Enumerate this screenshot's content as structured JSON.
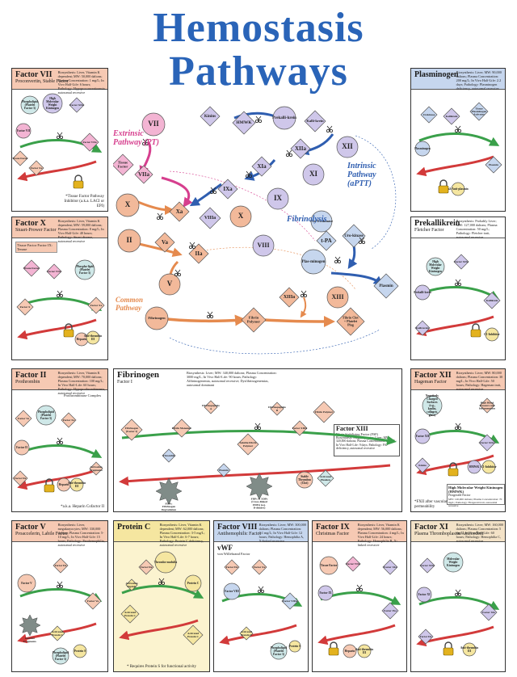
{
  "title": {
    "line1": "Hemostasis",
    "line2": "Pathways"
  },
  "colors": {
    "title": "#2a64b8",
    "header_salmon": "#f6c9b3",
    "header_blue": "#c6d6ee",
    "header_yellow": "#f5e6a0",
    "header_beige": "#f3e2c7",
    "header_white": "#ffffff",
    "extrinsic": "#d63f8e",
    "intrinsic": "#2f5eb0",
    "fibrinolysis": "#2f5eb0",
    "common": "#e58a4e",
    "factor_lavender": "#cfc7ea",
    "factor_salmon": "#f2b99a",
    "factor_pink": "#f3b4d3",
    "green_arrow": "#3aa04a",
    "red_arrow": "#d23a3a",
    "lock": "#e3b21e"
  },
  "main": {
    "labels": {
      "extrinsic": "Extrinsic Pathway (PT)",
      "intrinsic": "Intrinsic Pathway (aPTT)",
      "fibrinolysis": "Fibrinolysis",
      "common": "Common Pathway"
    },
    "nodes": {
      "VII": "VII",
      "TF": "Tissue Factor",
      "VIIa": "VIIa",
      "HMWK": "HMWK",
      "Kinins": "Kinins",
      "Prekallikrein": "Prekalli-krein",
      "Kallikrein": "Kalli-krein",
      "XII": "XII",
      "XIIa": "XIIa",
      "XIa": "XIa",
      "XI": "XI",
      "IXa": "IXa",
      "IX": "IX",
      "X_left": "X",
      "Xa": "Xa",
      "VIIIa": "VIIIa",
      "X_right": "X",
      "VIII": "VIII",
      "II": "II",
      "Va": "Va",
      "IIa": "IIa",
      "V": "V",
      "ProUrokinase": "Pro-Urokinase",
      "Urokinase": "Uro-kinase",
      "tPA": "t-PA",
      "Plasminogen": "Plas-minogen",
      "Plasmin": "Plasmin",
      "XIIIa": "XIIIa",
      "XIII": "XIII",
      "Fibrinogen": "Fibrinogen",
      "FibrinPolymer": "Fibrin Polymer",
      "FibrinClot": "Fibrin Clot + Platelet Plug"
    }
  },
  "panels": {
    "factor7": {
      "name": "Factor VII",
      "subtitle": "Proconvertin, Stable Factor",
      "info": "Biosynthesis: Liver, Vitamin K dependent; MW: 50,000 daltons; Plasma Concentration: 1 mg/L; In Vivo Half-Life: 6 hours; Pathology: Hypoproconvertinemia, autosomal recessive",
      "nodes": [
        "Phospholipid (Platelet Factor 3)",
        "High Molecular Weight Kininogen",
        "Factor XIIa",
        "Factor VII",
        "Factor VIIa",
        "Tissue Factor",
        "Factor Xa"
      ],
      "footnote": "*Tissue Factor Pathway Inhibitor (a.k.a. LACI or EPI)"
    },
    "factor10": {
      "name": "Factor X",
      "subtitle": "Stuart-Prower Factor",
      "info": "Biosynthesis: Liver, Vitamin K dependent; MW: 59,000 daltons; Plasma Concentration: 8 mg/L; In Vivo Half-Life: 40 hours; Pathology: Stuart disease, autosomal recessive",
      "tenase": "Tissue Factor Factor IX: Tenase",
      "nodes": [
        "Tissue Factor",
        "Factor VIIa",
        "Phospho-lipid (Platelet Factor 3)",
        "Factor X",
        "Factor Xa",
        "Heparin",
        "Anti-thrombin III"
      ]
    },
    "plasminogen": {
      "name": "Plasminogen",
      "info": "Biosynthesis: Liver; MW: 90,000 daltons; Plasma Concentration: 200 mg/L; In Vivo Half-Life: 2.2 days; Pathology: Plasminogen deficiency, autosomal recessive",
      "nodes": [
        "Urokinase",
        "Kallikrein",
        "Tissue Plasminogen Activator",
        "Plasminogen",
        "Plasmin",
        "α2-Anti-plasmin"
      ]
    },
    "prekallikrein": {
      "name": "Prekallikrein",
      "subtitle": "Fletcher Factor",
      "info": "Biosynthesis: Probably Liver; MW: 127,000 daltons; Plasma Concentration: 50 mg/L; Pathology: Fletcher trait, autosomal recessive",
      "nodes": [
        "High Molecular Weight Kininogen",
        "Factor XIIa",
        "Prekalli-krein",
        "Kallikrein",
        "Kalli-krein",
        "C1-Inhibitor"
      ]
    },
    "factor2": {
      "name": "Factor II",
      "subtitle": "Prothrombin",
      "info": "Biosynthesis: Liver, Vitamin K dependent; MW: 70,000 daltons; Plasma Concentration: 100 mg/L; In Vivo Half-Life: 60 hours; Pathology: Hypoprothrombinemia, autosomal recessive",
      "complex": "Prothrombinase Complex",
      "nodes": [
        "Factor Va",
        "Phospholipid (Platelet Factor 3)",
        "Factor Xa",
        "Factor II",
        "Factor IIa",
        "Activation Fragments",
        "Heparin",
        "Anti-thrombin III"
      ],
      "footnote": "*a.k.a. Heparin Cofactor II"
    },
    "fibrinogen": {
      "name": "Fibrinogen",
      "subtitle": "Factor I",
      "info": "Biosynthesis: Liver; MW: 340,000 daltons; Plasma Concentration: 3000 mg/L; In Vivo Half-Life: 90 hours; Pathology: Afibrinogenemia, autosomal recessive; Dysfibrinogenemias, autosomal dominant",
      "nodes": [
        "Fibrinopeptide A",
        "Fibrinopeptide B",
        "Fibrinogen (Factor I)",
        "Fibrin Monomer",
        "Soluble Fibrin Polymer",
        "Fibrin Polymer",
        "Factor XIIIa",
        "Plasmin",
        "Thrombin",
        "FDPs: Fibrinogen Degradation Products",
        "FDPs & XDPs (Cross-linked FDPs) (e.g. D-dimers)",
        "Activated Platelets",
        "Stable Thrombus (Clot)"
      ],
      "factor13": {
        "name": "Factor XIII",
        "subtitle": "Fibrin Stabilizing Factor (FSF)",
        "info": "Biosynthesis: Megakaryocytes, Liver; MW: 320,000 daltons; Plasma Concentration: 10mg/L; In Vivo Half-Life: 9 days; Pathology: FSF deficiency, autosomal recessive"
      }
    },
    "factor12": {
      "name": "Factor XII",
      "subtitle": "Hageman Factor",
      "info": "Biosynthesis: Liver; MW: 80,000 daltons; Plasma Concentration: 30 mg/L; In Vivo Half-Life: 50 hours; Pathology: Hageman trait, autosomal recessive",
      "nodes": [
        "Negatively Charged Surfaces (e.g., kaolin, collagen, glass)",
        "High Blood Pressure and Inflammation",
        "Factor XII",
        "Factor XIIa",
        "Kinins",
        "HMWK",
        "C1-Inhibitor"
      ],
      "hmwk": "High Molecular Weight Kininogen (HMWK)",
      "hmwk_sub": "Fitzgerald Factor",
      "hmwk_info": "MW: 120,000 daltons; Plasma Concentration: 70 mg/L; Pathology: Fitzgerald trait, autosomal recessive",
      "footnote": "*FXII after vascular permeability"
    },
    "factor5": {
      "name": "Factor V",
      "subtitle": "Proaccelerin, Labile Factor",
      "info": "Biosynthesis: Liver, megakaryocytes; MW: 330,000 daltons; Plasma Concentration: 5-10 mg/L; In Vivo Half-Life: 15 hours; Pathology: Parahemophilia, autosomal recessive",
      "nodes": [
        "Factor V",
        "Factor Va",
        "Factor IIa",
        "Inactive Fragments",
        "Activated Protein C",
        "Phospholipid (Platelet Factor 3)",
        "Protein S"
      ]
    },
    "proteinC": {
      "name": "Protein C",
      "info": "Biosynthesis: Liver, Vitamin K dependent; MW: 62,000 daltons; Plasma Concentration: 3-5 mg/L; In Vivo Half-Life: 6-7 hours; Pathology: Protein C deficiency, autosomal recessive",
      "nodes": [
        "Thrombo-modulin",
        "Protein C",
        "Activated Protein C",
        "Activation Peptide",
        "Factor IIa",
        "Activated Protein C"
      ],
      "footnote": "* Requires Protein S for functional activity"
    },
    "factor8": {
      "name": "Factor VIII",
      "subtitle": "Antihemophilic Factor",
      "info": "Biosynthesis: Liver; MW: 300,000 daltons; Plasma Concentration: 0.1 mg/L; In Vivo Half-Life: 12 hours; Pathology: Hemophilia A, X-linked recessive",
      "vwf": "vWF",
      "vwf_sub": "von Willebrand Factor",
      "nodes": [
        "Factor IIa",
        "Factor Xa",
        "Factor VIII",
        "Factor VIIIa",
        "Activated Protein C",
        "Phospholipid (Platelet Factor 3)",
        "Protein S"
      ]
    },
    "factor9": {
      "name": "Factor IX",
      "subtitle": "Christmas Factor",
      "info": "Biosynthesis: Liver, Vitamin K dependent; MW: 56,000 daltons; Plasma Concentration: 4 mg/L; In Vivo Half-Life: 24 hours; Pathology: Hemophilia B, X-linked recessive",
      "nodes": [
        "Tissue Factor",
        "Factor VIIa",
        "Factor XIa",
        "Factor IX",
        "Factor IXa",
        "Heparin",
        "Anti-thrombin III"
      ]
    },
    "factor11": {
      "name": "Factor XI",
      "subtitle": "Plasma Thromboplastin Antecedent",
      "info": "Biosynthesis: Liver; MW: 160,000 daltons; Plasma Concentration: 5 mg/L; In Vivo Half-Life: 60 hours; Pathology: Hemophilia C, autosomal recessive",
      "nodes": [
        "Factor XIIa",
        "Molecular Weight Kininogen",
        "Factor XI",
        "Factor XIa",
        "Factor IIa",
        "Anti-thrombin III"
      ]
    }
  }
}
